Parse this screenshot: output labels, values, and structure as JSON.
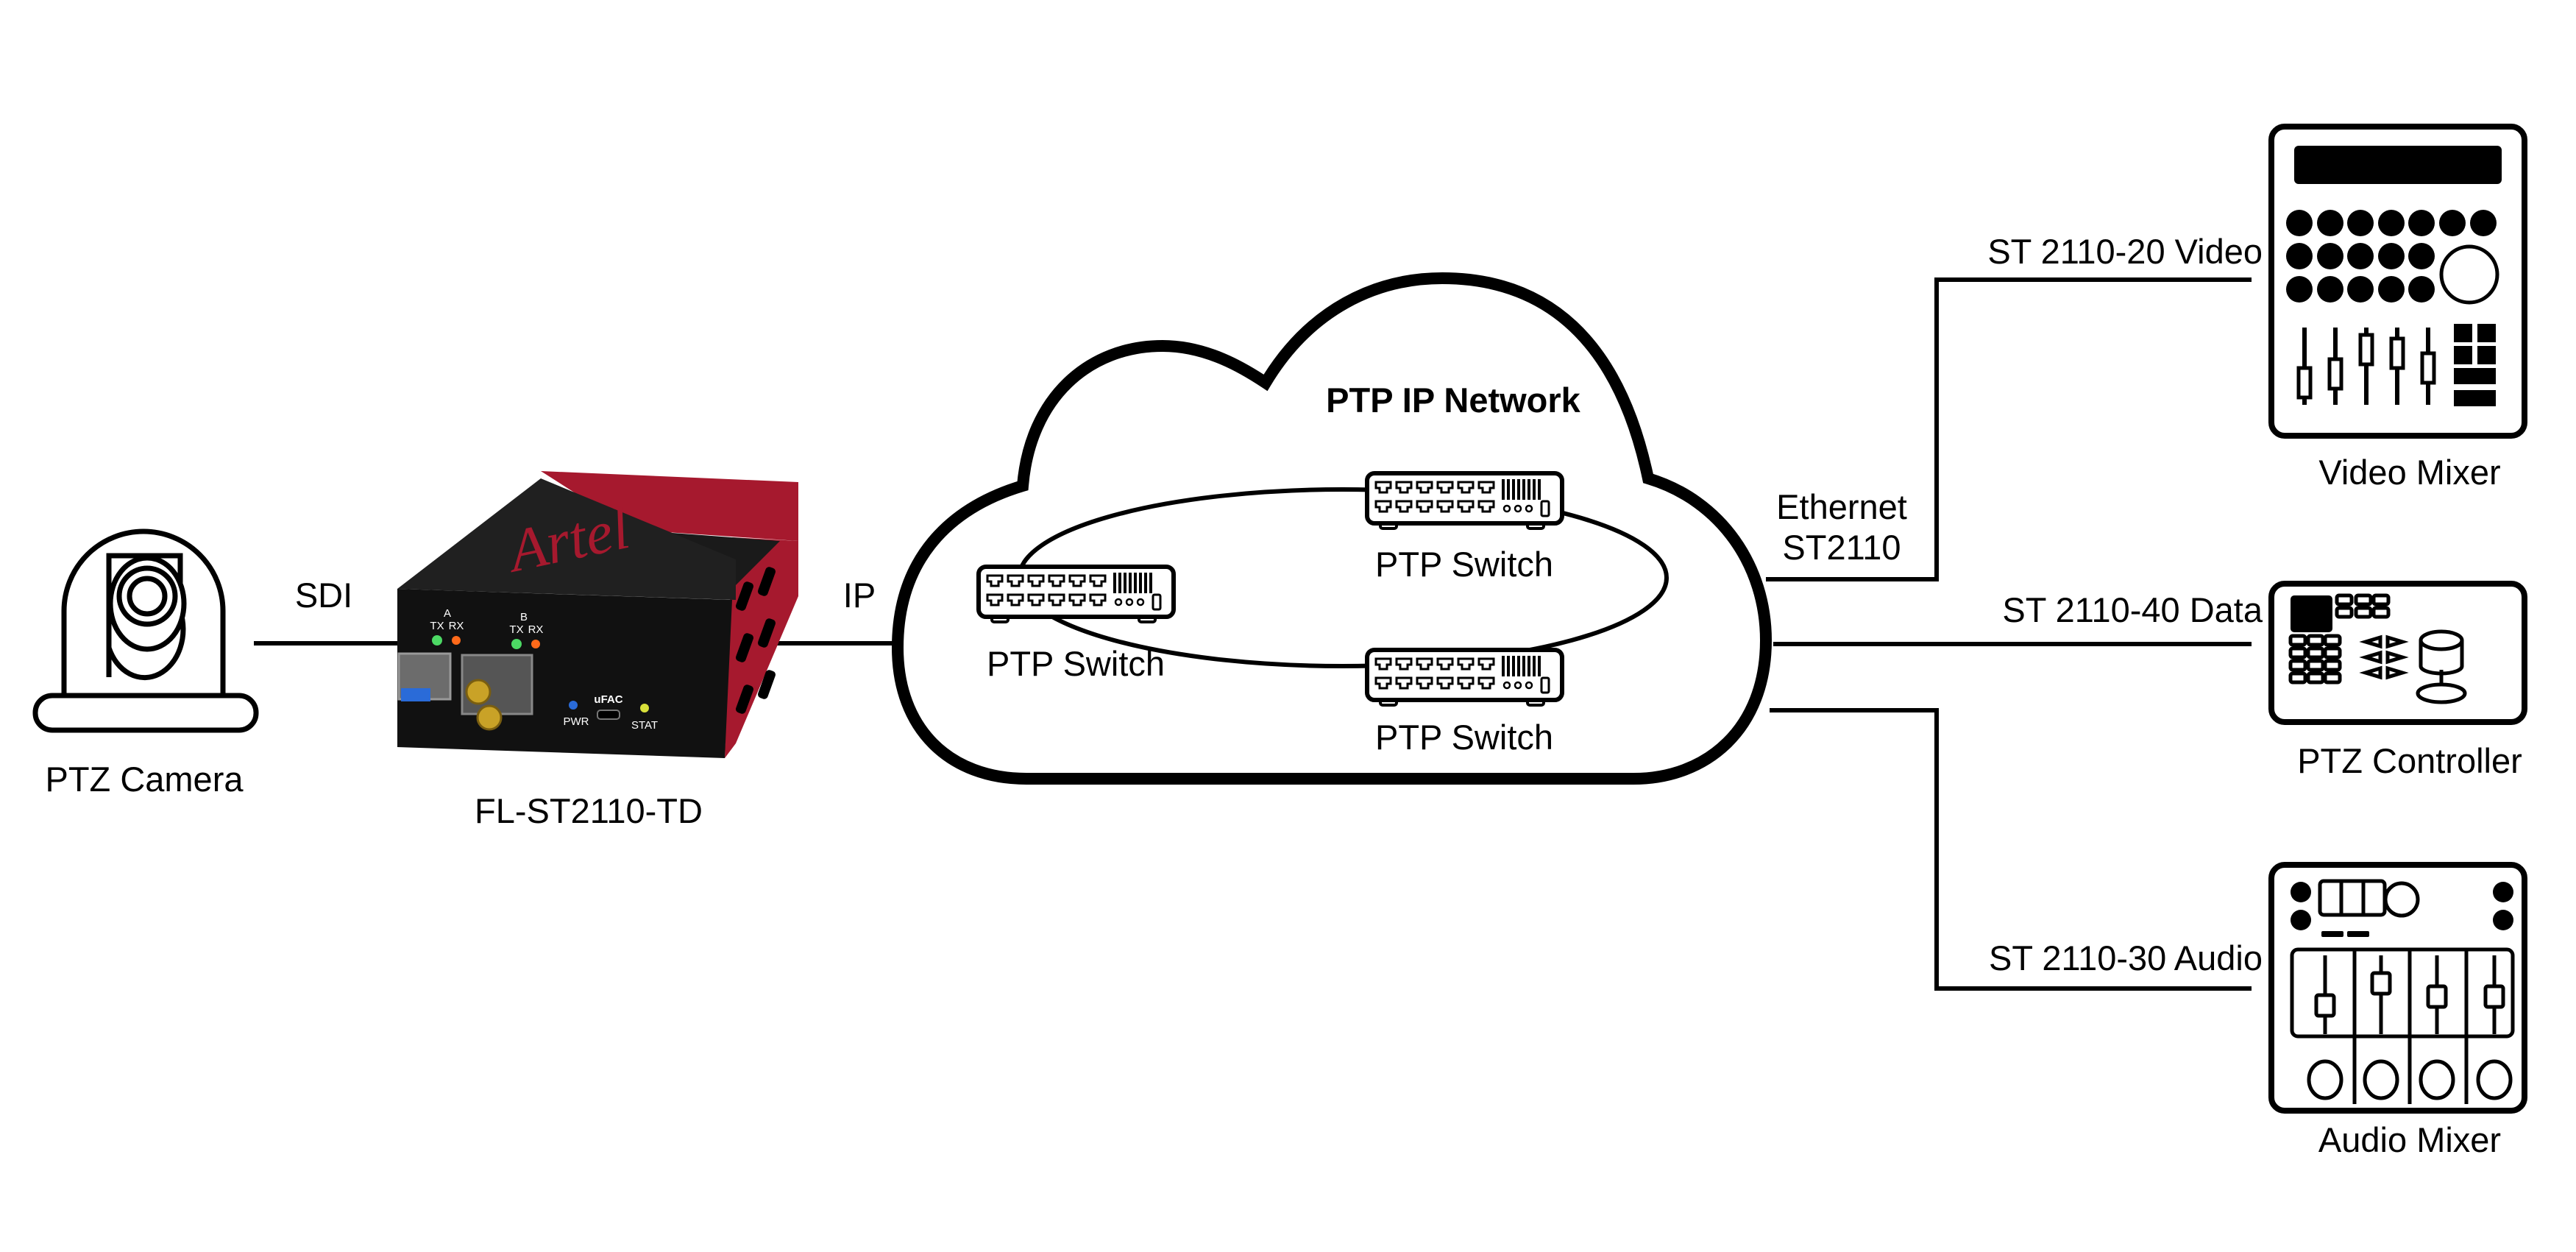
{
  "nodes": {
    "camera": {
      "label": "PTZ Camera"
    },
    "converter": {
      "label": "FL-ST2110-TD",
      "brand": "Artel",
      "port_a": "A",
      "port_b": "B",
      "tx": "TX",
      "rx": "RX",
      "pwr": "PWR",
      "stat": "STAT",
      "ufac": "uFAC"
    },
    "network": {
      "label": "PTP IP Network"
    },
    "switches": [
      {
        "label": "PTP Switch"
      },
      {
        "label": "PTP Switch"
      },
      {
        "label": "PTP Switch"
      }
    ],
    "video_mixer": {
      "label": "Video Mixer"
    },
    "ptz_controller": {
      "label": "PTZ Controller"
    },
    "audio_mixer": {
      "label": "Audio Mixer"
    }
  },
  "links": {
    "sdi": "SDI",
    "ip": "IP",
    "ethernet_line1": "Ethernet",
    "ethernet_line2": "ST2110",
    "video": "ST 2110-20 Video",
    "data": "ST 2110-40 Data",
    "audio": "ST 2110-30 Audio"
  },
  "colors": {
    "line": "#000000",
    "device_body": "#1a1a1a",
    "device_red": "#a6192e",
    "led_green": "#4cd964",
    "led_orange": "#ff6a1a",
    "led_blue": "#2a6bd8",
    "bnc_gold": "#c9a227"
  }
}
